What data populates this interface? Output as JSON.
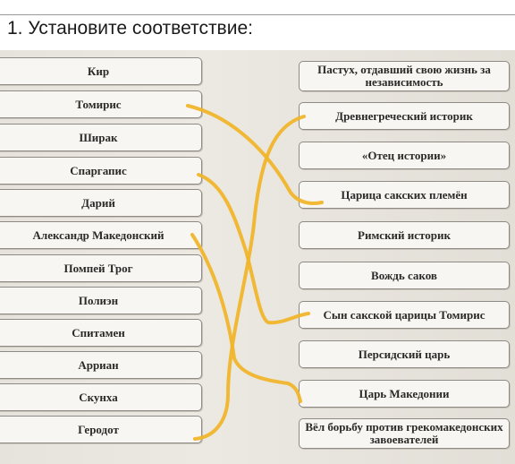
{
  "task": {
    "title": "1.  Установите соответствие:"
  },
  "left_items": [
    "Кир",
    "Томирис",
    "Ширак",
    "Спаргапис",
    "Дарий",
    "Александр Македонский",
    "Помпей Трог",
    "Полиэн",
    "Спитамен",
    "Арриан",
    "Скунха",
    "Геродот"
  ],
  "right_items": [
    "Пастух, отдавший свою жизнь за независимость",
    "Древнегреческий историк",
    "«Отец истории»",
    "Царица сакских племён",
    "Римский историк",
    "Вождь саков",
    "Сын сакской царицы Томирис",
    "Персидский царь",
    "Царь Македонии",
    "Вёл борьбу против грекомакедонских завоевателей"
  ],
  "colors": {
    "match_line": "#f0b52b",
    "worksheet_bg": "#e8e5de"
  }
}
